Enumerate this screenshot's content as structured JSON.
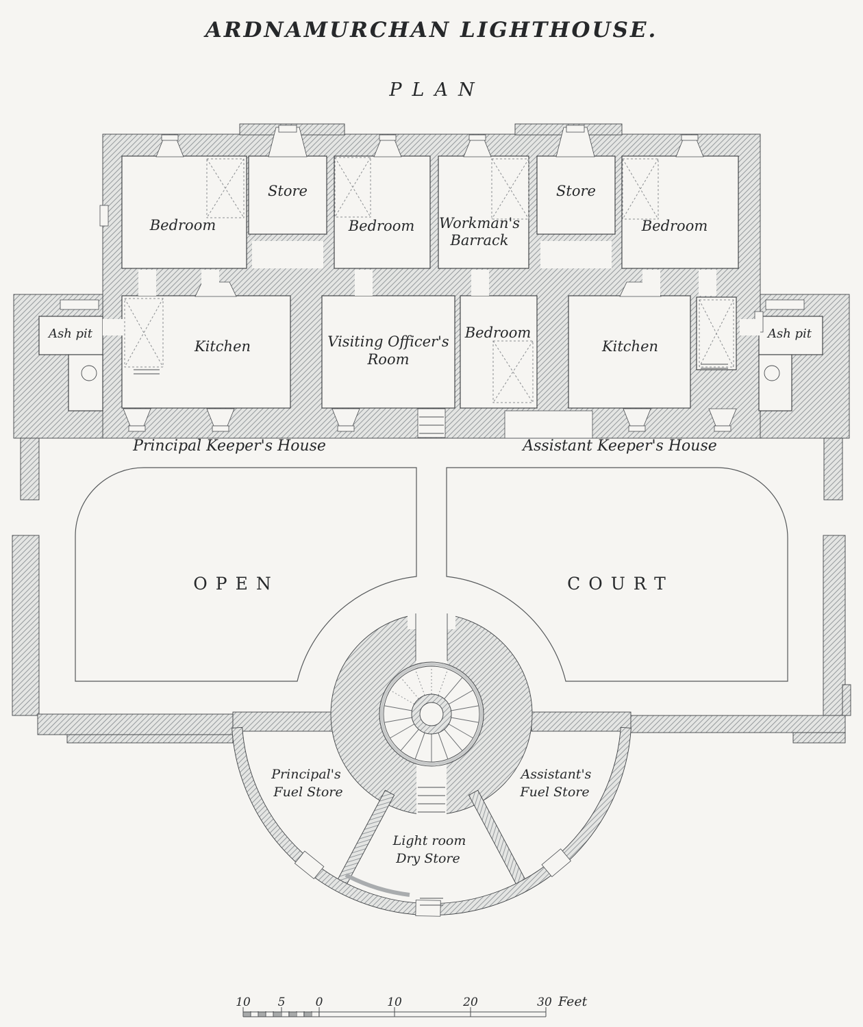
{
  "title": "ARDNAMURCHAN LIGHTHOUSE.",
  "subtitle": "PLAN",
  "houses": {
    "principal": "Principal Keeper's House",
    "assistant": "Assistant Keeper's House"
  },
  "rooms": {
    "bedroom_nw": "Bedroom",
    "store_west": "Store",
    "bedroom_n2": "Bedroom",
    "workmans_barrack": [
      "Workman's",
      "Barrack"
    ],
    "store_east": "Store",
    "bedroom_ne": "Bedroom",
    "ash_pit_west": "Ash pit",
    "kitchen_west": "Kitchen",
    "visiting_officers_room": [
      "Visiting Officer's",
      "Room"
    ],
    "bedroom_mid": "Bedroom",
    "kitchen_east": "Kitchen",
    "ash_pit_east": "Ash pit"
  },
  "court": {
    "open": "OPEN",
    "court": "COURT"
  },
  "tower": {
    "principal_fuel_store": [
      "Principal's",
      "Fuel Store"
    ],
    "assistant_fuel_store": [
      "Assistant's",
      "Fuel Store"
    ],
    "light_room_dry_store": [
      "Light room",
      "Dry Store"
    ]
  },
  "scale_bar": {
    "ticks": [
      "10",
      "5",
      "0",
      "10",
      "20",
      "30"
    ],
    "unit": "Feet"
  },
  "colors": {
    "paper": "#f6f5f2",
    "ink": "#26282a",
    "wall_hatch": "#878c90"
  }
}
